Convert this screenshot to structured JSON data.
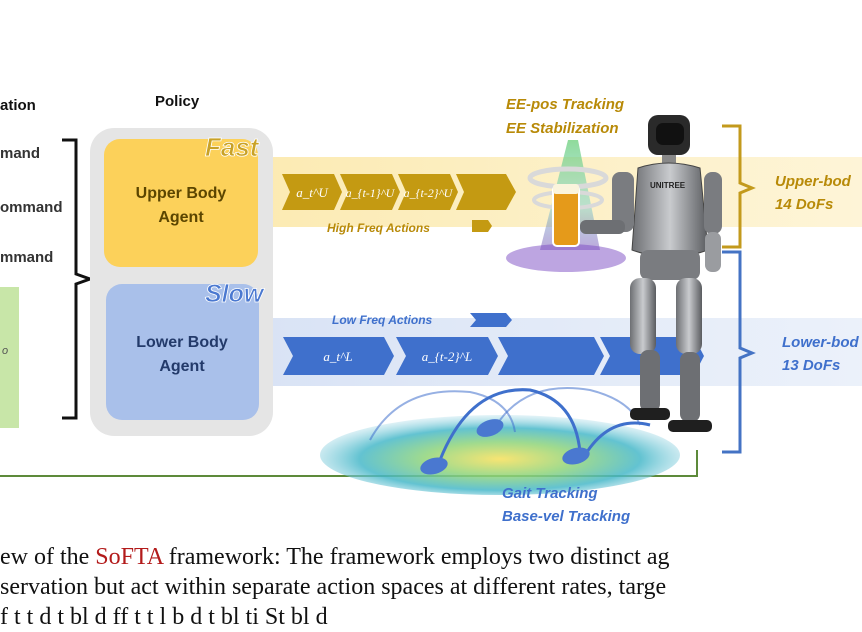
{
  "observation": {
    "header": "ation",
    "commands": [
      "mand",
      "ommand",
      "mmand"
    ],
    "box_text": "o"
  },
  "policy": {
    "header": "Policy",
    "fast_label": "Fast",
    "slow_label": "Slow",
    "upper_agent": [
      "Upper Body",
      "Agent"
    ],
    "lower_agent": [
      "Lower Body",
      "Agent"
    ]
  },
  "actions": {
    "upper_tokens": [
      "a_t^U",
      "a_{t-1}^U",
      "a_{t-2}^U"
    ],
    "high_freq_label": "High Freq Actions",
    "lower_tokens": [
      "a_t^L",
      "a_{t-2}^L"
    ],
    "low_freq_label": "Low Freq Actions"
  },
  "tasks": {
    "upper": [
      "EE-pos Tracking",
      "EE Stabilization"
    ],
    "lower": [
      "Gait Tracking",
      "Base-vel Tracking"
    ]
  },
  "dofs": {
    "upper": [
      "Upper-bod",
      "14 DoFs"
    ],
    "lower": [
      "Lower-bod",
      "13 DoFs"
    ]
  },
  "robot": {
    "brand": "UNITREE"
  },
  "caption": {
    "line1_pre": "ew of the ",
    "line1_brand": "SoFTA",
    "line1_post": " framework:  The framework employs two distinct ag",
    "line2": "servation but act within separate action spaces at different rates, targe",
    "line3": "f   t t d   t bl     d ff t         t l   b d   t bl        ti   St bl   d"
  },
  "colors": {
    "fast": "#c9a227",
    "slow": "#4a78d0",
    "upper_token": "#c49a12",
    "lower_token": "#3f70cc",
    "upper_box": "#fcd15a",
    "lower_box": "#a9c0ea",
    "bracket_upper": "#c39a1c",
    "bracket_lower": "#4473c4",
    "green": "#5d8a3a",
    "brand_red": "#b31b1b"
  }
}
